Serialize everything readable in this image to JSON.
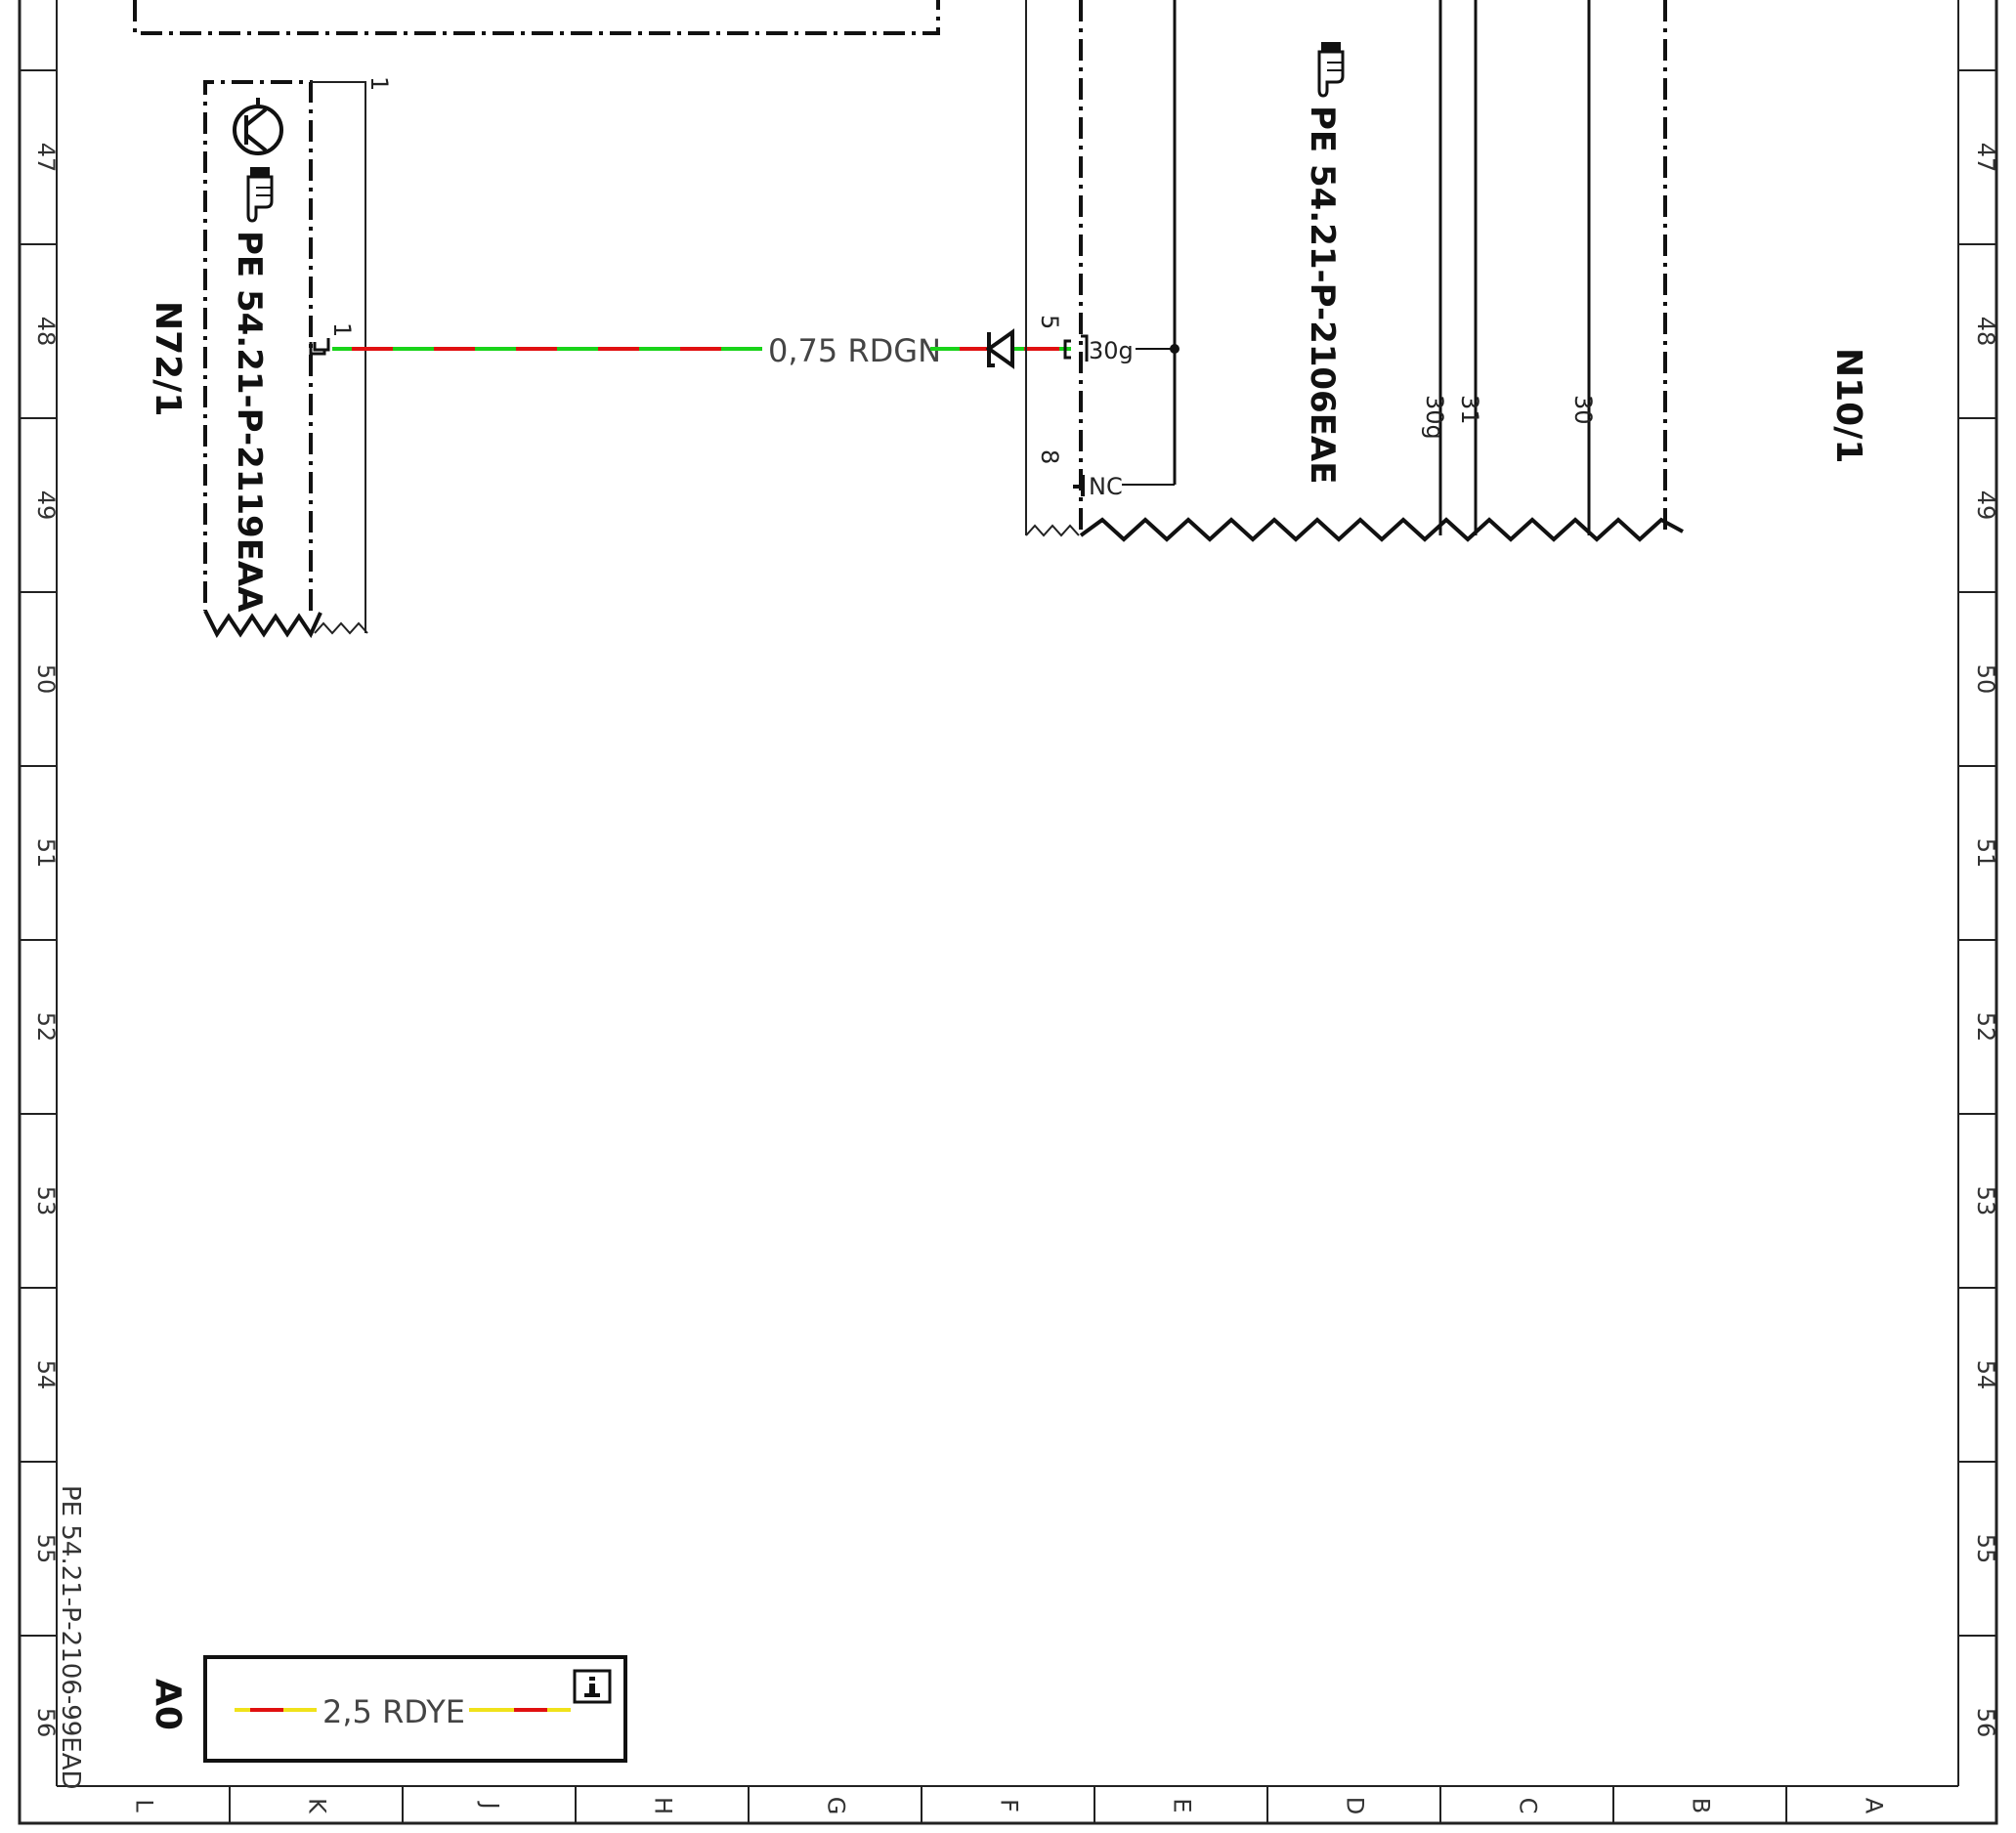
{
  "sheet": {
    "row_labels": [
      "47",
      "48",
      "49",
      "50",
      "51",
      "52",
      "53",
      "54",
      "55",
      "56"
    ],
    "column_labels": [
      "L",
      "K",
      "J",
      "H",
      "G",
      "F",
      "E",
      "D",
      "C",
      "B",
      "A"
    ]
  },
  "components": {
    "left_module": {
      "designation": "N72/1",
      "reference": "PE 54.21-P-2119EAA",
      "pin_top": "1",
      "pin_connector": "1"
    },
    "right_module": {
      "designation": "N10/1",
      "reference": "PE 54.21-P-2106EAE",
      "pin_5": "5",
      "pin_8": "8",
      "terminal_30g": "30g",
      "terminal_nc": "NC",
      "bus_30g": "30g",
      "bus_31": "31",
      "bus_30": "30"
    }
  },
  "wires": {
    "main": {
      "label": "0,75 RDGN",
      "colors": [
        "#e01010",
        "#19d319"
      ]
    },
    "legend": {
      "label": "2,5 RDYE",
      "colors": [
        "#e01010",
        "#f0e21a"
      ]
    }
  },
  "legend_box": {
    "code": "A0",
    "info_icon": "info-box-icon"
  },
  "document_ref": "PE 54.21-P-2106-99EAD"
}
